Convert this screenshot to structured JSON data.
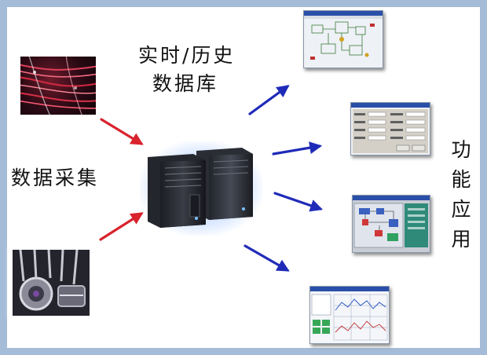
{
  "database": {
    "line1": "实时/历史",
    "line2": "数据库"
  },
  "collection": {
    "label": "数据采集"
  },
  "applications": {
    "label": "功能应用"
  },
  "icons": {
    "cable_photo": "wiring-cables-photo",
    "instrument_photo": "instrument-sensors-photo",
    "server": "database-server-icon"
  },
  "colors": {
    "frame": "#a5bcd8",
    "input_arrow": "#d9232d",
    "output_arrow": "#1f2bb8",
    "server_glow": "#78aaff"
  }
}
